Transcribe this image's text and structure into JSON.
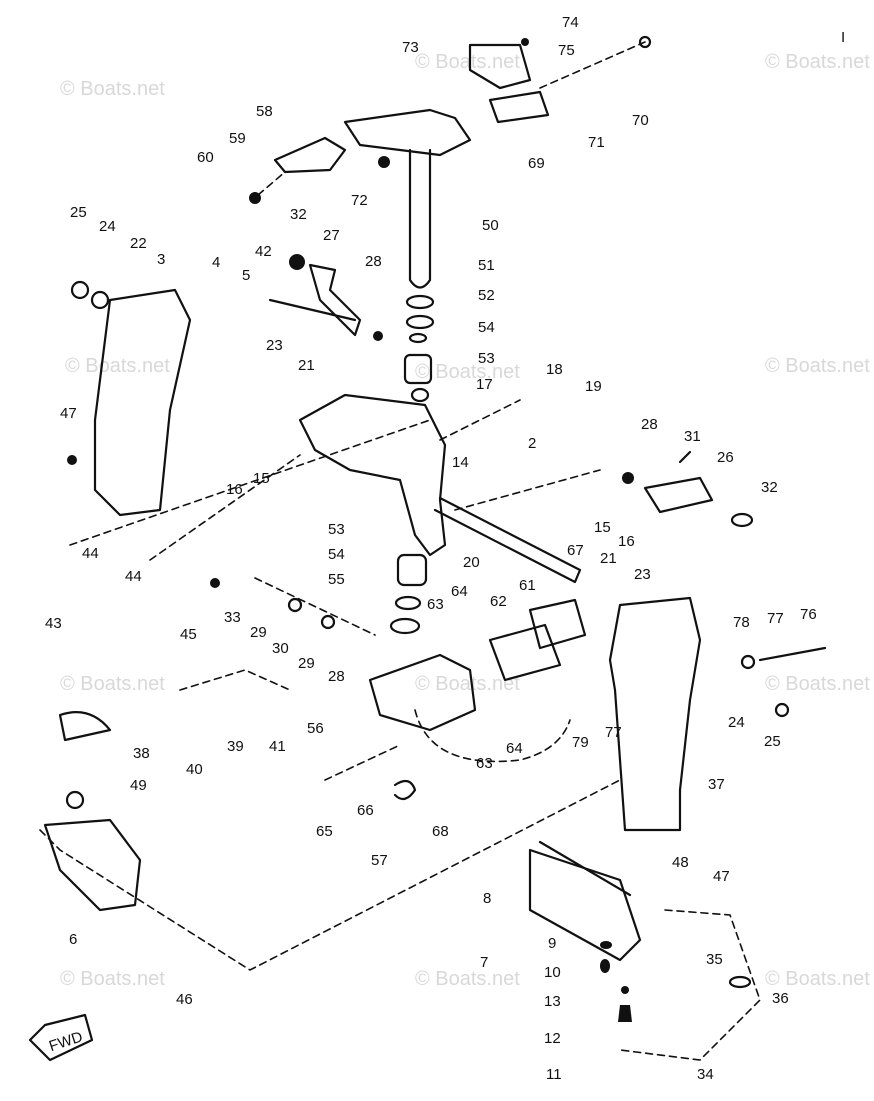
{
  "watermark": "© Boats.net",
  "fwd_label": "FWD",
  "corner_mark": "I",
  "callouts": [
    "74",
    "75",
    "73",
    "70",
    "71",
    "69",
    "58",
    "59",
    "60",
    "72",
    "50",
    "32",
    "27",
    "42",
    "28",
    "51",
    "52",
    "54",
    "53",
    "17",
    "25",
    "24",
    "22",
    "3",
    "4",
    "5",
    "23",
    "21",
    "18",
    "19",
    "47",
    "2",
    "28",
    "31",
    "26",
    "32",
    "14",
    "16",
    "15",
    "15",
    "16",
    "67",
    "21",
    "20",
    "53",
    "54",
    "23",
    "55",
    "44",
    "44",
    "43",
    "33",
    "29",
    "30",
    "45",
    "63",
    "64",
    "62",
    "61",
    "29",
    "28",
    "56",
    "78",
    "77",
    "76",
    "24",
    "25",
    "79",
    "77",
    "63",
    "64",
    "38",
    "39",
    "41",
    "40",
    "49",
    "37",
    "66",
    "65",
    "68",
    "57",
    "48",
    "47",
    "8",
    "6",
    "9",
    "10",
    "13",
    "12",
    "11",
    "7",
    "46",
    "35",
    "36",
    "34"
  ]
}
